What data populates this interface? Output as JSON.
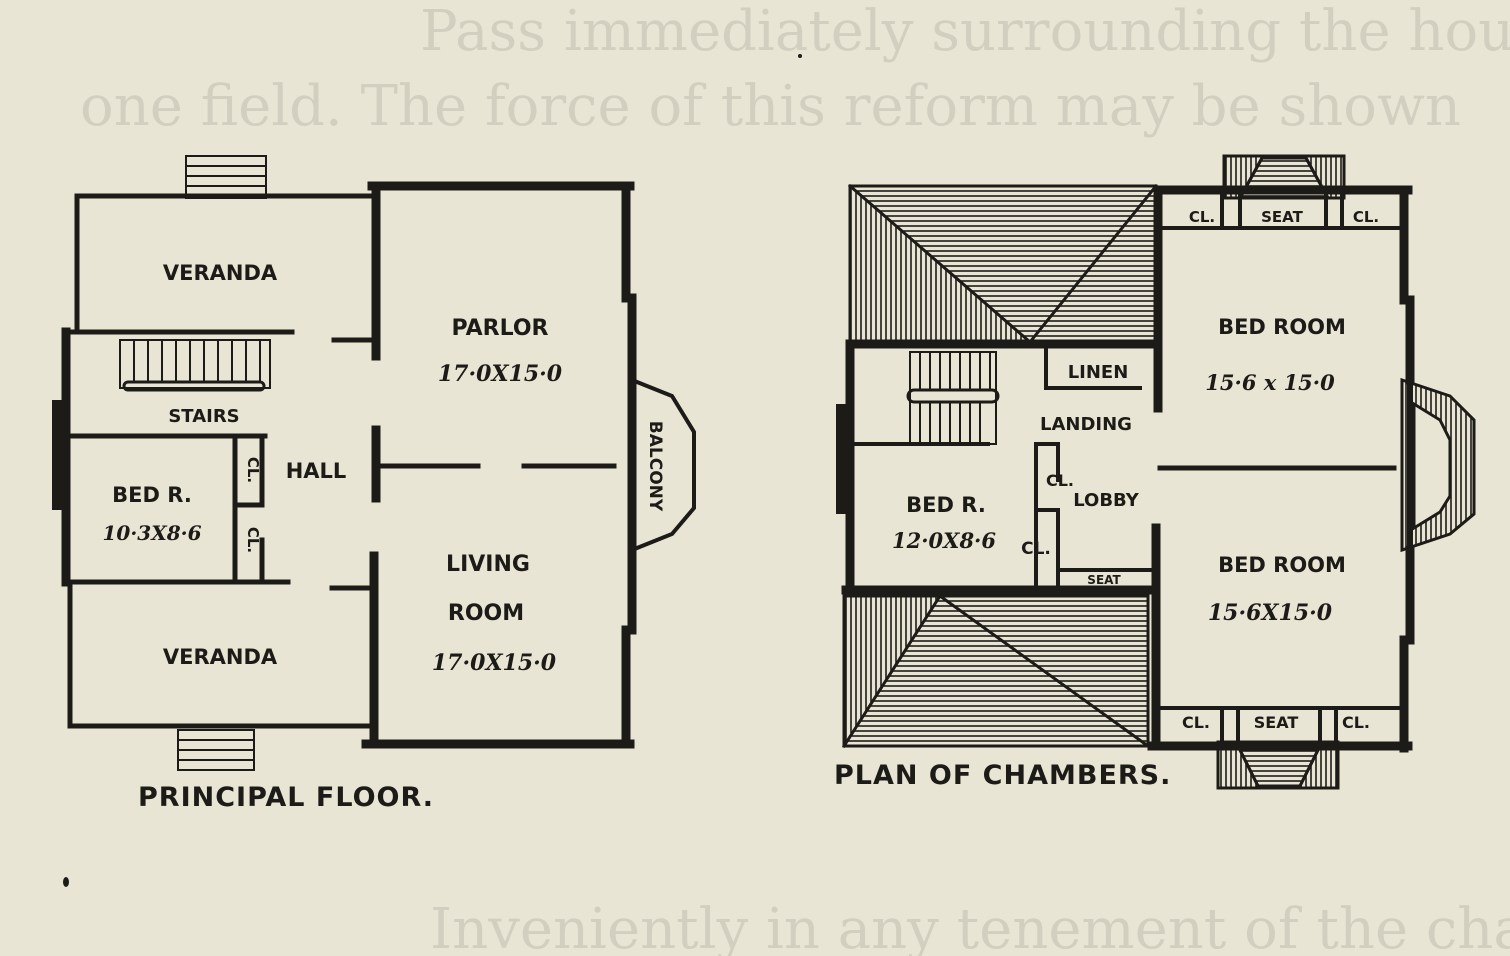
{
  "show_through_text": {
    "line_1": "Pass immediately surrounding the house as a lawn",
    "line_2": "one field.  The force of this reform may be shown",
    "line_3": "Inveniently in any tenement of the character"
  },
  "principal_floor": {
    "caption": "PRINCIPAL FLOOR.",
    "rooms": {
      "veranda_top": "VERANDA",
      "parlor": "PARLOR",
      "parlor_dim": "17·0X15·0",
      "stairs": "STAIRS",
      "hall": "HALL",
      "closet_1": "CL.",
      "closet_2": "CL.",
      "bed_room": "BED R.",
      "bed_room_dim": "10·3X8·6",
      "balcony": "BALCONY",
      "living_room_1": "LIVING",
      "living_room_2": "ROOM",
      "living_room_dim": "17·0X15·0",
      "veranda_bottom": "VERANDA"
    }
  },
  "plan_of_chambers": {
    "caption": "PLAN OF CHAMBERS.",
    "rooms": {
      "closet_top_left": "CL.",
      "seat_top": "SEAT",
      "closet_top_right": "CL.",
      "bed_room_upper": "BED ROOM",
      "bed_room_upper_dim": "15·6 x 15·0",
      "linen": "LINEN",
      "landing": "LANDING",
      "closet_lobby": "CL.",
      "lobby": "LOBBY",
      "bed_room_small": "BED R.",
      "bed_room_small_dim": "12·0X8·6",
      "closet_bed": "CL.",
      "seat_middle": "SEAT",
      "bed_room_lower": "BED ROOM",
      "bed_room_lower_dim": "15·6X15·0",
      "closet_bottom_left": "CL.",
      "seat_bottom": "SEAT",
      "closet_bottom_right": "CL."
    }
  },
  "colors": {
    "paper": "#e9e5d4",
    "ink": "#1d1b17"
  }
}
